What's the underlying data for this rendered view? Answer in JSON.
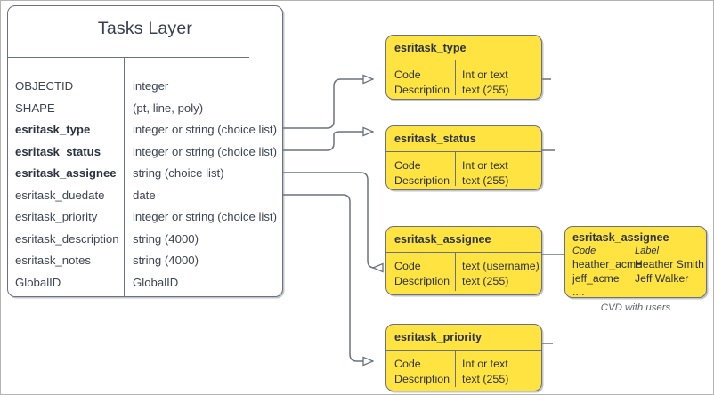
{
  "diagram": {
    "title": "Tasks Layer",
    "main_entity": {
      "name": "Tasks Layer",
      "fields": [
        {
          "name": "OBJECTID",
          "type": "integer",
          "bold": false
        },
        {
          "name": "SHAPE",
          "type": "(pt, line, poly)",
          "bold": false
        },
        {
          "name": "esritask_type",
          "type": "integer or string (choice list)",
          "bold": true
        },
        {
          "name": "esritask_status",
          "type": "integer or string (choice list)",
          "bold": true
        },
        {
          "name": "esritask_assignee",
          "type": "string (choice list)",
          "bold": true
        },
        {
          "name": "esritask_duedate",
          "type": "date",
          "bold": false
        },
        {
          "name": "esritask_priority",
          "type": "integer or string (choice list)",
          "bold": false
        },
        {
          "name": "esritask_description",
          "type": "string (4000)",
          "bold": false
        },
        {
          "name": "esritask_notes",
          "type": "string (4000)",
          "bold": false
        },
        {
          "name": "GlobalID",
          "type": "GlobalID",
          "bold": false
        }
      ]
    },
    "domain_boxes": [
      {
        "title": "esritask_type",
        "row_labels": [
          "Code",
          "Description"
        ],
        "row_specs": [
          "Int or text",
          "text (255)"
        ]
      },
      {
        "title": "esritask_status",
        "row_labels": [
          "Code",
          "Description"
        ],
        "row_specs": [
          "Int or text",
          "text (255)"
        ]
      },
      {
        "title": "esritask_assignee",
        "row_labels": [
          "Code",
          "Description"
        ],
        "row_specs": [
          "text  (username)",
          "text (255)"
        ]
      },
      {
        "title": "esritask_priority",
        "row_labels": [
          "Code",
          "Description"
        ],
        "row_specs": [
          "Int or text",
          "text (255)"
        ]
      }
    ],
    "cvd_box": {
      "title": "esritask_assignee",
      "header_code": "Code",
      "header_label": "Label",
      "rows": [
        {
          "code": "heather_acme",
          "label": "Heather Smith"
        },
        {
          "code": "jeff_acme",
          "label": "Jeff Walker"
        },
        {
          "code": "....",
          "label": ""
        }
      ],
      "caption": "CVD with users"
    },
    "colors": {
      "domain_fill": "#FFE340",
      "stroke": "#6a7180",
      "text": "#2b3340",
      "page_border": "#b3b3b3"
    }
  }
}
